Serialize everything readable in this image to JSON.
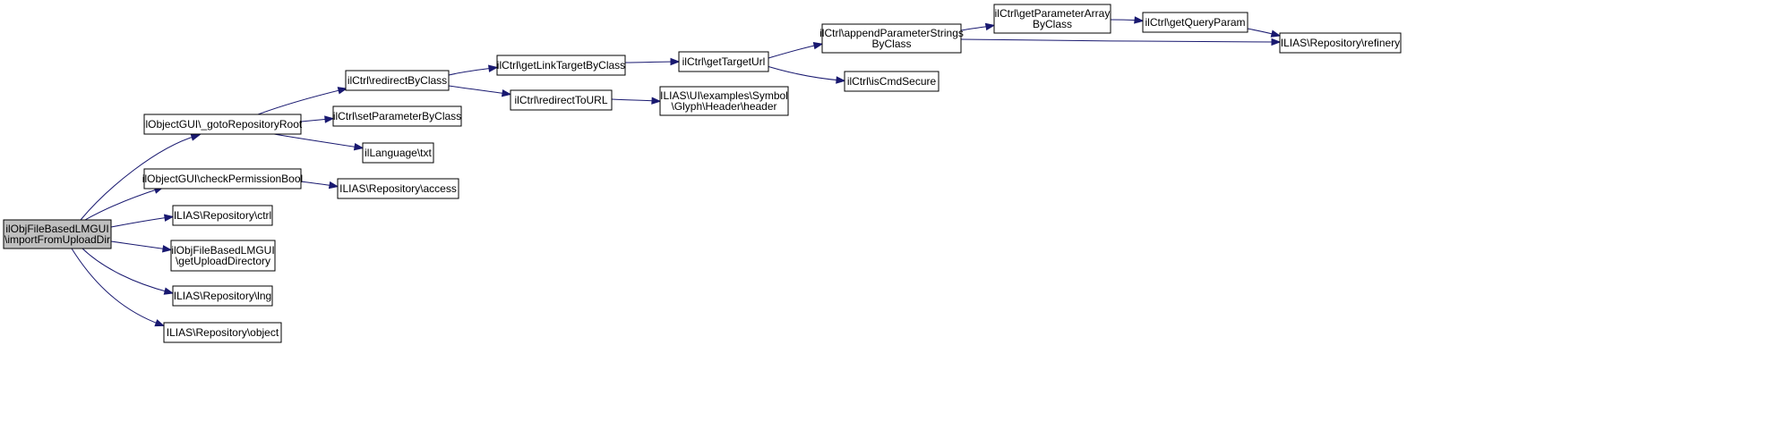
{
  "graph": {
    "colors": {
      "edge": "#191970",
      "root_fill": "#bfbfbf",
      "node_fill": "#ffffff",
      "node_border": "#000000"
    },
    "nodes": [
      {
        "id": "n0",
        "lines": [
          "ilObjFileBasedLMGUI",
          "\\importFromUploadDir"
        ],
        "root": true
      },
      {
        "id": "n1",
        "lines": [
          "ilObjectGUI\\_gotoRepositoryRoot"
        ]
      },
      {
        "id": "n2",
        "lines": [
          "ilObjectGUI\\checkPermissionBool"
        ]
      },
      {
        "id": "n3",
        "lines": [
          "ILIAS\\Repository\\ctrl"
        ]
      },
      {
        "id": "n4",
        "lines": [
          "ilObjFileBasedLMGUI",
          "\\getUploadDirectory"
        ]
      },
      {
        "id": "n5",
        "lines": [
          "ILIAS\\Repository\\lng"
        ]
      },
      {
        "id": "n6",
        "lines": [
          "ILIAS\\Repository\\object"
        ]
      },
      {
        "id": "n7",
        "lines": [
          "ilCtrl\\redirectByClass"
        ]
      },
      {
        "id": "n8",
        "lines": [
          "ilCtrl\\setParameterByClass"
        ]
      },
      {
        "id": "n9",
        "lines": [
          "ilLanguage\\txt"
        ]
      },
      {
        "id": "n10",
        "lines": [
          "ILIAS\\Repository\\access"
        ]
      },
      {
        "id": "n11",
        "lines": [
          "ilCtrl\\getLinkTargetByClass"
        ]
      },
      {
        "id": "n12",
        "lines": [
          "ilCtrl\\redirectToURL"
        ]
      },
      {
        "id": "n13",
        "lines": [
          "ilCtrl\\getTargetUrl"
        ]
      },
      {
        "id": "n14",
        "lines": [
          "ILIAS\\UI\\examples\\Symbol",
          "\\Glyph\\Header\\header"
        ]
      },
      {
        "id": "n15",
        "lines": [
          "ilCtrl\\appendParameterStrings",
          "ByClass"
        ]
      },
      {
        "id": "n16",
        "lines": [
          "ilCtrl\\isCmdSecure"
        ]
      },
      {
        "id": "n17",
        "lines": [
          "ilCtrl\\getParameterArray",
          "ByClass"
        ]
      },
      {
        "id": "n18",
        "lines": [
          "ilCtrl\\getQueryParam"
        ]
      },
      {
        "id": "n19",
        "lines": [
          "ILIAS\\Repository\\refinery"
        ]
      }
    ],
    "edges": [
      [
        "n0",
        "n1"
      ],
      [
        "n0",
        "n2"
      ],
      [
        "n0",
        "n3"
      ],
      [
        "n0",
        "n4"
      ],
      [
        "n0",
        "n5"
      ],
      [
        "n0",
        "n6"
      ],
      [
        "n1",
        "n7"
      ],
      [
        "n1",
        "n8"
      ],
      [
        "n1",
        "n9"
      ],
      [
        "n2",
        "n10"
      ],
      [
        "n7",
        "n11"
      ],
      [
        "n7",
        "n12"
      ],
      [
        "n11",
        "n13"
      ],
      [
        "n12",
        "n14"
      ],
      [
        "n13",
        "n15"
      ],
      [
        "n13",
        "n16"
      ],
      [
        "n15",
        "n17"
      ],
      [
        "n15",
        "n19"
      ],
      [
        "n17",
        "n18"
      ],
      [
        "n18",
        "n19"
      ]
    ]
  }
}
